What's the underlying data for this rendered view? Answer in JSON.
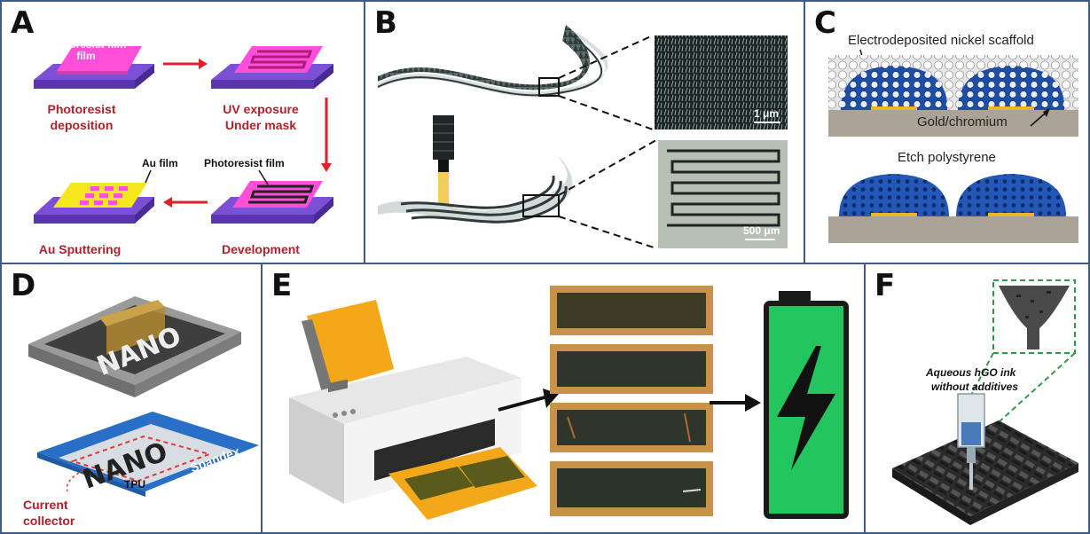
{
  "panels": {
    "a": {
      "label": "A",
      "film_on_substrate": "Photoresist film",
      "step1": [
        "Photoresist",
        "deposition"
      ],
      "step2": [
        "UV exposure",
        "Under mask"
      ],
      "step3": "Development",
      "step4": "Au Sputtering",
      "au_film": "Au film",
      "photoresist_film": "Photoresist film"
    },
    "b": {
      "label": "B",
      "scale_top": "1 μm",
      "scale_bottom": "500 μm"
    },
    "c": {
      "label": "C",
      "scaffold": "Electrodeposited nickel scaffold",
      "gold": "Gold/chromium",
      "etch": "Etch polystyrene"
    },
    "d": {
      "label": "D",
      "nano_top": "NANO",
      "nano_bottom": "NANO",
      "tpu": "TPU",
      "spandex": "Spandex",
      "collector": [
        "Current",
        "collector"
      ]
    },
    "e": {
      "label": "E"
    },
    "f": {
      "label": "F",
      "ink": [
        "Aqueous hGO ink",
        "without additives"
      ]
    }
  },
  "colors": {
    "border": "#3d5a8a",
    "red_text": "#b3202a",
    "substrate": "#7b4fd6",
    "photoresist": "#ff4fd8",
    "gold": "#f5e61e",
    "battery": "#22c55e",
    "printer_paper": "#f3a81a"
  }
}
